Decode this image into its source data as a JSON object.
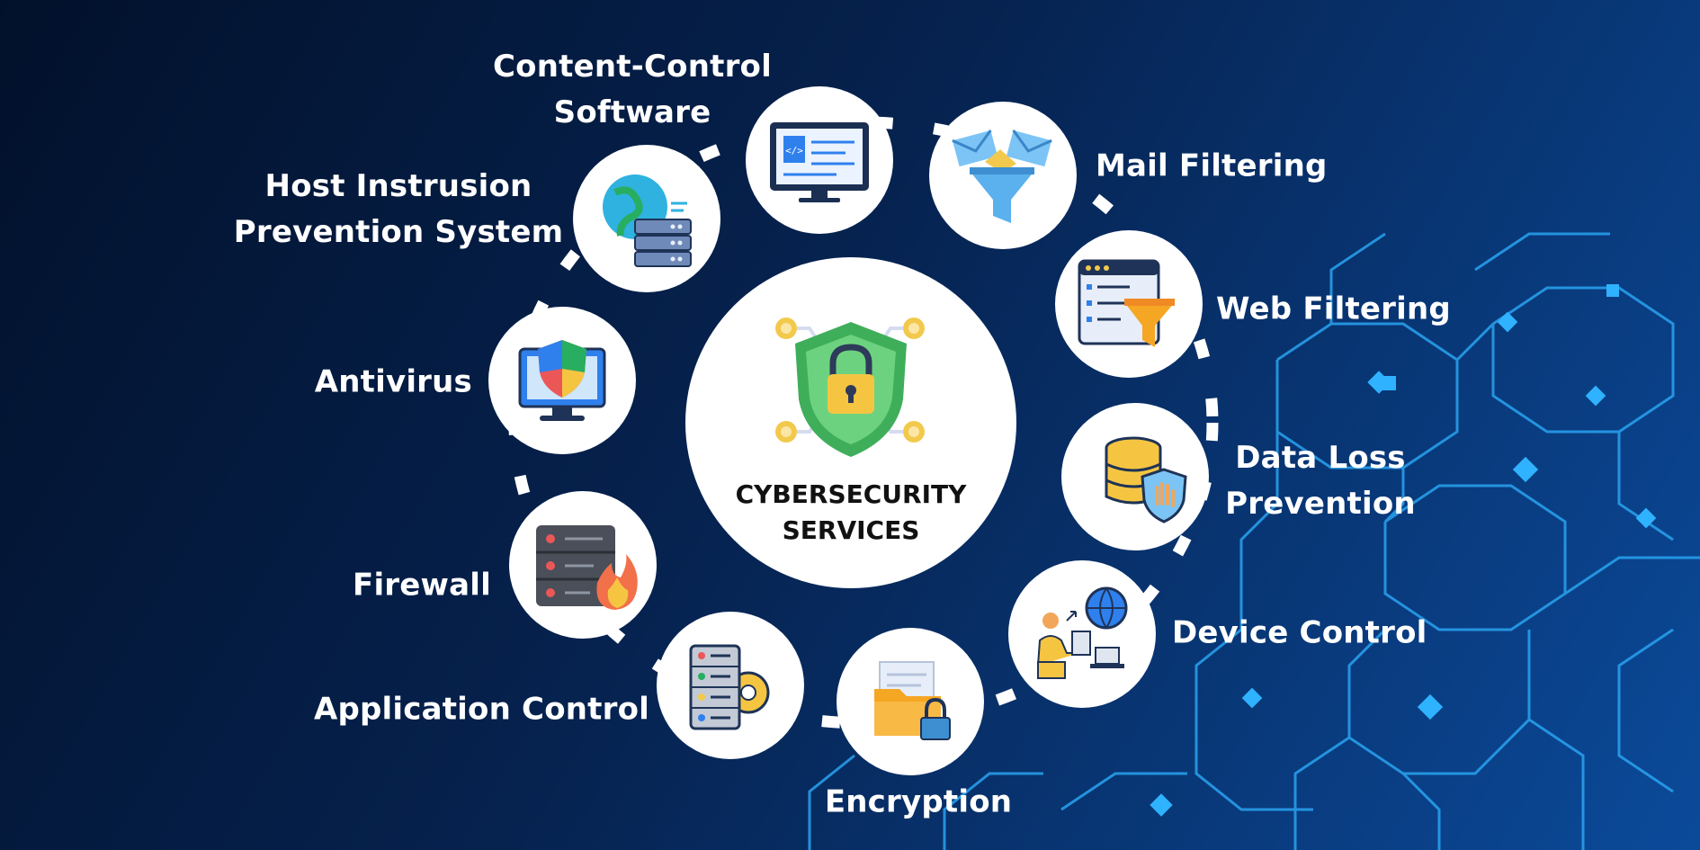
{
  "center": {
    "line1": "CYBERSECURITY",
    "line2": "SERVICES",
    "icon": "shield-lock-icon"
  },
  "services": [
    {
      "id": "content-control",
      "lines": [
        "Content-Control",
        "Software"
      ],
      "icon": "monitor-code-icon"
    },
    {
      "id": "mail-filtering",
      "lines": [
        "Mail Filtering"
      ],
      "icon": "mail-funnel-icon"
    },
    {
      "id": "web-filtering",
      "lines": [
        "Web Filtering"
      ],
      "icon": "browser-funnel-icon"
    },
    {
      "id": "data-loss-prevention",
      "lines": [
        "Data Loss",
        "Prevention"
      ],
      "icon": "database-shield-icon"
    },
    {
      "id": "device-control",
      "lines": [
        "Device Control"
      ],
      "icon": "user-devices-icon"
    },
    {
      "id": "encryption",
      "lines": [
        "Encryption"
      ],
      "icon": "folder-lock-icon"
    },
    {
      "id": "application-control",
      "lines": [
        "Application Control"
      ],
      "icon": "server-gear-icon"
    },
    {
      "id": "firewall",
      "lines": [
        "Firewall"
      ],
      "icon": "server-fire-icon"
    },
    {
      "id": "antivirus",
      "lines": [
        "Antivirus"
      ],
      "icon": "monitor-shield-icon"
    },
    {
      "id": "hips",
      "lines": [
        "Host Instrusion",
        "Prevention System"
      ],
      "icon": "globe-server-icon"
    }
  ]
}
